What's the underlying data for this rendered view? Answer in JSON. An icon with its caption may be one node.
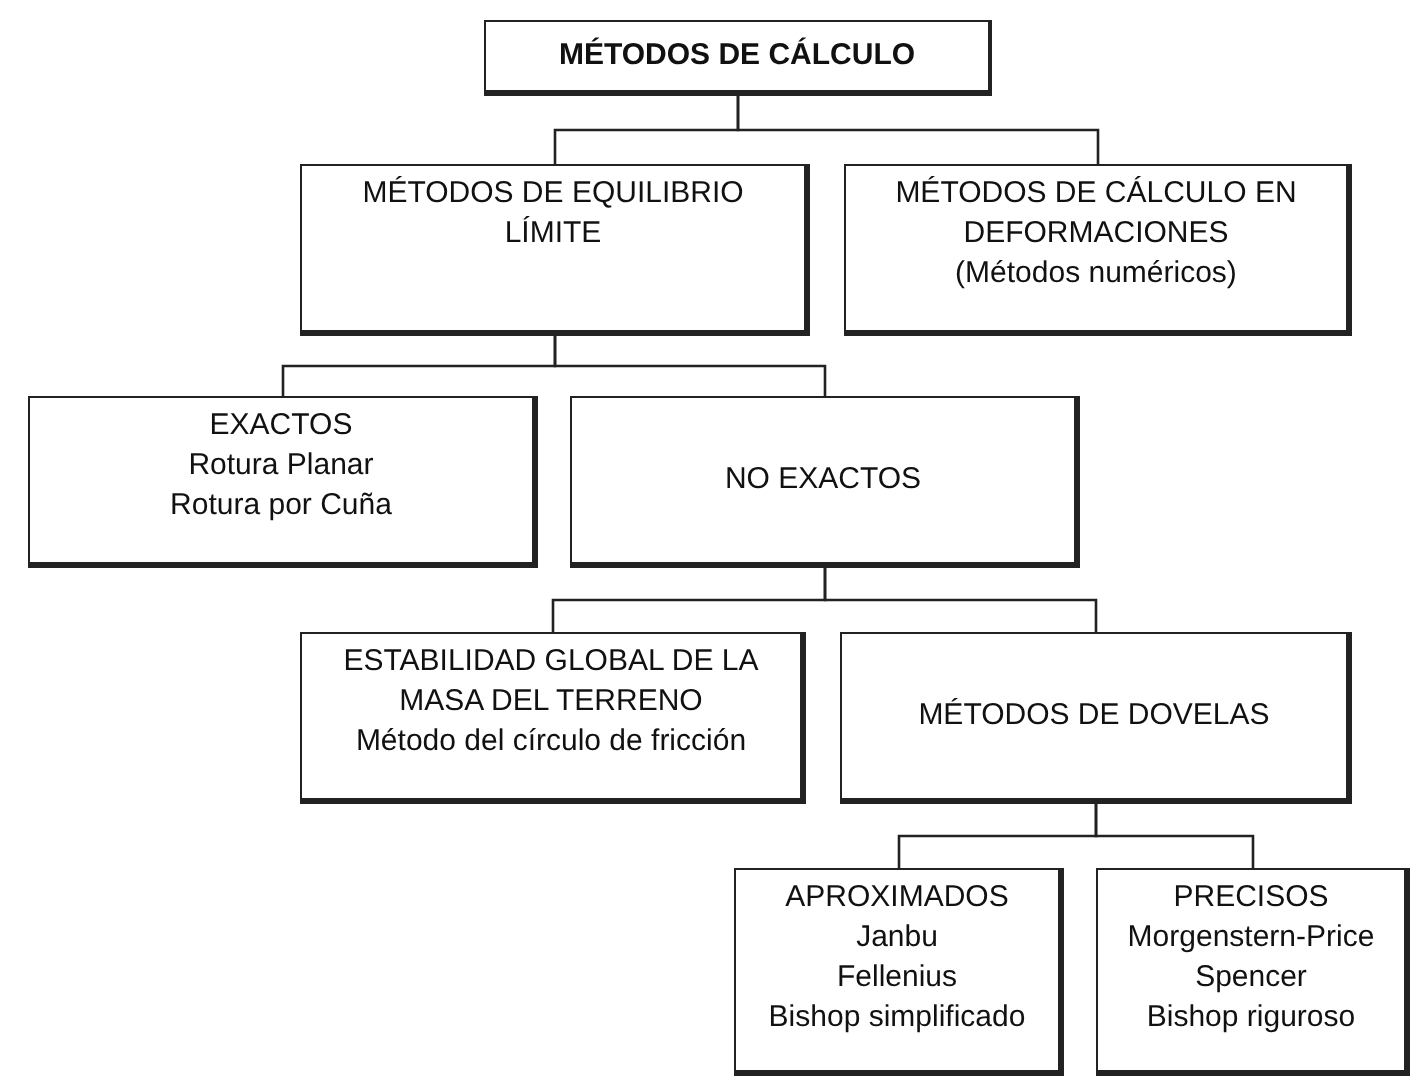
{
  "diagram": {
    "nodes": [
      {
        "text": [
          "MÉTODOS DE CÁLCULO"
        ]
      },
      {
        "text": [
          "MÉTODOS DE EQUILIBRIO LÍMITE"
        ]
      },
      {
        "text": [
          "MÉTODOS DE CÁLCULO EN DEFORMACIONES",
          "(Métodos numéricos)"
        ]
      },
      {
        "text": [
          "EXACTOS",
          "Rotura Planar",
          "Rotura por Cuña"
        ]
      },
      {
        "text": [
          "NO EXACTOS"
        ]
      },
      {
        "text": [
          "ESTABILIDAD GLOBAL DE LA MASA DEL TERRENO",
          "Método del círculo de fricción"
        ]
      },
      {
        "text": [
          "MÉTODOS DE DOVELAS"
        ]
      },
      {
        "text": [
          "APROXIMADOS",
          "Janbu",
          "Fellenius",
          "Bishop simplificado"
        ]
      },
      {
        "text": [
          "PRECISOS",
          "Morgenstern-Price",
          "Spencer",
          "Bishop riguroso"
        ]
      }
    ],
    "edges": [
      {
        "from": 0,
        "to": 1,
        "arrow": "none"
      },
      {
        "from": 0,
        "to": 2,
        "arrow": "none"
      },
      {
        "from": 1,
        "to": 3,
        "arrow": "none"
      },
      {
        "from": 1,
        "to": 4,
        "arrow": "none"
      },
      {
        "from": 4,
        "to": 5,
        "arrow": "none"
      },
      {
        "from": 4,
        "to": 6,
        "arrow": "none"
      },
      {
        "from": 6,
        "to": 7,
        "arrow": "none"
      },
      {
        "from": 6,
        "to": 8,
        "arrow": "none"
      }
    ]
  }
}
